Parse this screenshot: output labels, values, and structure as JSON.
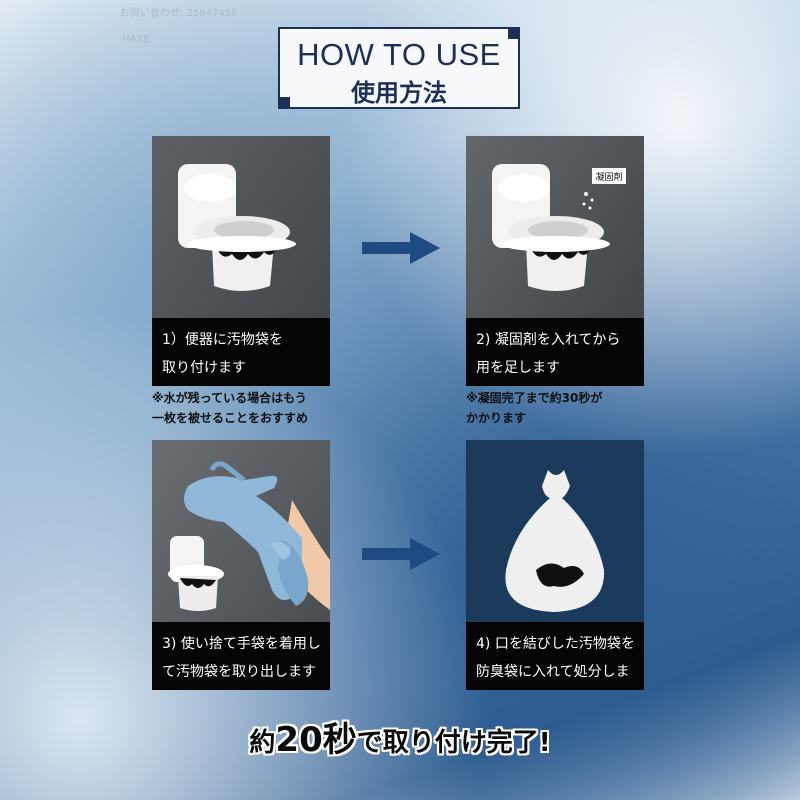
{
  "watermark": {
    "line1": "お問い合わせ: 25847456",
    "line2": "HAZE"
  },
  "header": {
    "title_en": "HOW TO USE",
    "title_ja": "使用方法"
  },
  "steps": [
    {
      "caption_line1": "1）便器に汚物袋を",
      "caption_line2": "取り付けます"
    },
    {
      "caption_line1": "2) 凝固剤を入れてから",
      "caption_line2": "用を足します",
      "label": "凝固剤"
    },
    {
      "caption_line1": "3) 使い捨て手袋を着用し",
      "caption_line2": "て汚物袋を取り出します"
    },
    {
      "caption_line1": "4) 口を結びした汚物袋を",
      "caption_line2": "防臭袋に入れて処分します"
    }
  ],
  "notes": [
    {
      "line1": "※水が残っている場合はもう",
      "line2": "一枚を被せることをおすすめ"
    },
    {
      "line1": "※凝固完了まで約30秒が",
      "line2": "かかります"
    }
  ],
  "footer": {
    "prefix": "約",
    "number": "20秒",
    "suffix": "で取り付け完了!"
  },
  "colors": {
    "accent": "#1c2f57",
    "arrow": "#1f4a82",
    "panel_dark": "#050505"
  }
}
